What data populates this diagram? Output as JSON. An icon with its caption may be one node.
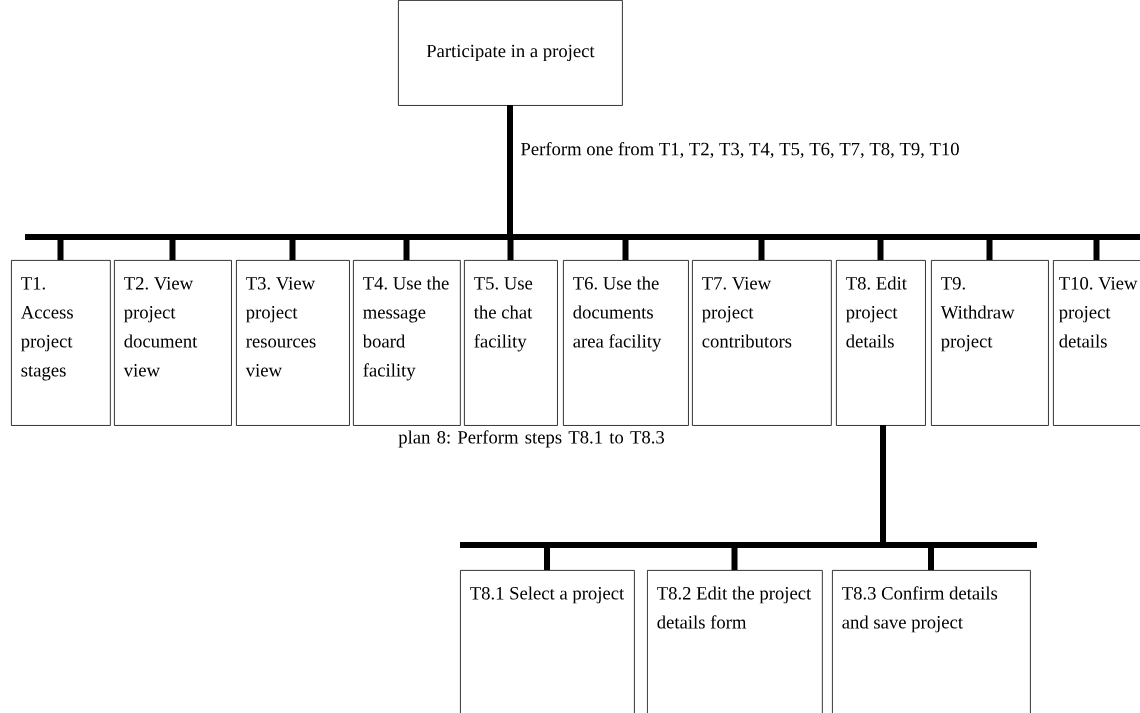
{
  "diagram": {
    "nodes": [
      {
        "text": [
          "Participate in a project"
        ]
      },
      {
        "text": [
          "T1. Access project stages"
        ]
      },
      {
        "text": [
          "T2. View project document view"
        ]
      },
      {
        "text": [
          "T3. View project resources view"
        ]
      },
      {
        "text": [
          "T4. Use the message board facility"
        ]
      },
      {
        "text": [
          "T5. Use the chat facility"
        ]
      },
      {
        "text": [
          "T6. Use the documents area facility"
        ]
      },
      {
        "text": [
          "T7. View project contributors"
        ]
      },
      {
        "text": [
          "T8. Edit project details"
        ]
      },
      {
        "text": [
          "T9. Withdraw project"
        ]
      },
      {
        "text": [
          "T10. View project details"
        ]
      },
      {
        "text": [
          "T8.1 Select a project"
        ]
      },
      {
        "text": [
          "T8.2 Edit the project details form"
        ]
      },
      {
        "text": [
          "T8.3 Confirm details and save project"
        ]
      }
    ],
    "edges": [
      {
        "from": 0,
        "to": 1,
        "arrow": "none"
      },
      {
        "from": 0,
        "to": 2,
        "arrow": "none"
      },
      {
        "from": 0,
        "to": 3,
        "arrow": "none"
      },
      {
        "from": 0,
        "to": 4,
        "arrow": "none"
      },
      {
        "from": 0,
        "to": 5,
        "arrow": "none"
      },
      {
        "from": 0,
        "to": 6,
        "arrow": "none"
      },
      {
        "from": 0,
        "to": 7,
        "arrow": "none"
      },
      {
        "from": 0,
        "to": 8,
        "arrow": "none"
      },
      {
        "from": 0,
        "to": 9,
        "arrow": "none"
      },
      {
        "from": 0,
        "to": 10,
        "arrow": "none"
      },
      {
        "from": 8,
        "to": 11,
        "arrow": "none"
      },
      {
        "from": 8,
        "to": 12,
        "arrow": "none"
      },
      {
        "from": 8,
        "to": 13,
        "arrow": "none"
      }
    ],
    "labels": [
      "Perform one from T1, T2, T3, T4, T5, T6, T7, T8, T9, T10",
      "plan 8: Perform steps T8.1 to T8.3"
    ]
  }
}
